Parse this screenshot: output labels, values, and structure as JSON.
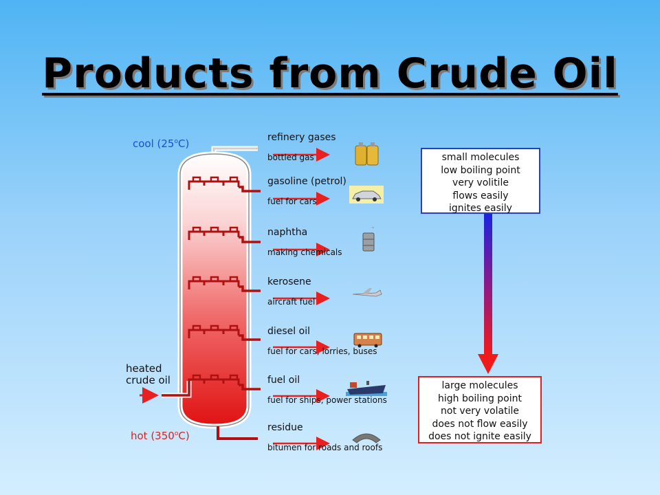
{
  "title": "Products from Crude Oil",
  "diagram": {
    "cool_label": "cool (25",
    "cool_unit": "C)",
    "degree_mark": "o",
    "hot_label": "hot (350",
    "hot_unit": "C)",
    "feed_label": "heated crude oil",
    "fractions": [
      {
        "name": "refinery gases",
        "use": "bottled gas",
        "icon": "gas-bottles-icon"
      },
      {
        "name": "gasoline (petrol)",
        "use": "fuel for cars",
        "icon": "car-icon"
      },
      {
        "name": "naphtha",
        "use": "making chemicals",
        "icon": "chemical-drum-icon"
      },
      {
        "name": "kerosene",
        "use": "aircraft fuel",
        "icon": "aeroplane-icon"
      },
      {
        "name": "diesel oil",
        "use": "fuel for cars, lorries, buses",
        "icon": "bus-icon"
      },
      {
        "name": "fuel oil",
        "use": "fuel for ships, power stations",
        "icon": "ship-icon"
      },
      {
        "name": "residue",
        "use": "bitumen for roads and roofs",
        "icon": "bitumen-road-icon"
      }
    ],
    "top_box": [
      "small molecules",
      "low boiling point",
      "very volitile",
      "flows easily",
      "ignites easily"
    ],
    "bottom_box": [
      "large molecules",
      "high boiling point",
      "not very volatile",
      "does not flow easily",
      "does not ignite easily"
    ],
    "colors": {
      "column_top": "#ffffff",
      "column_bottom": "#e01515",
      "pipe": "#b01010",
      "arrow": "#e82020",
      "blue": "#1428d0",
      "red": "#e82020"
    }
  }
}
